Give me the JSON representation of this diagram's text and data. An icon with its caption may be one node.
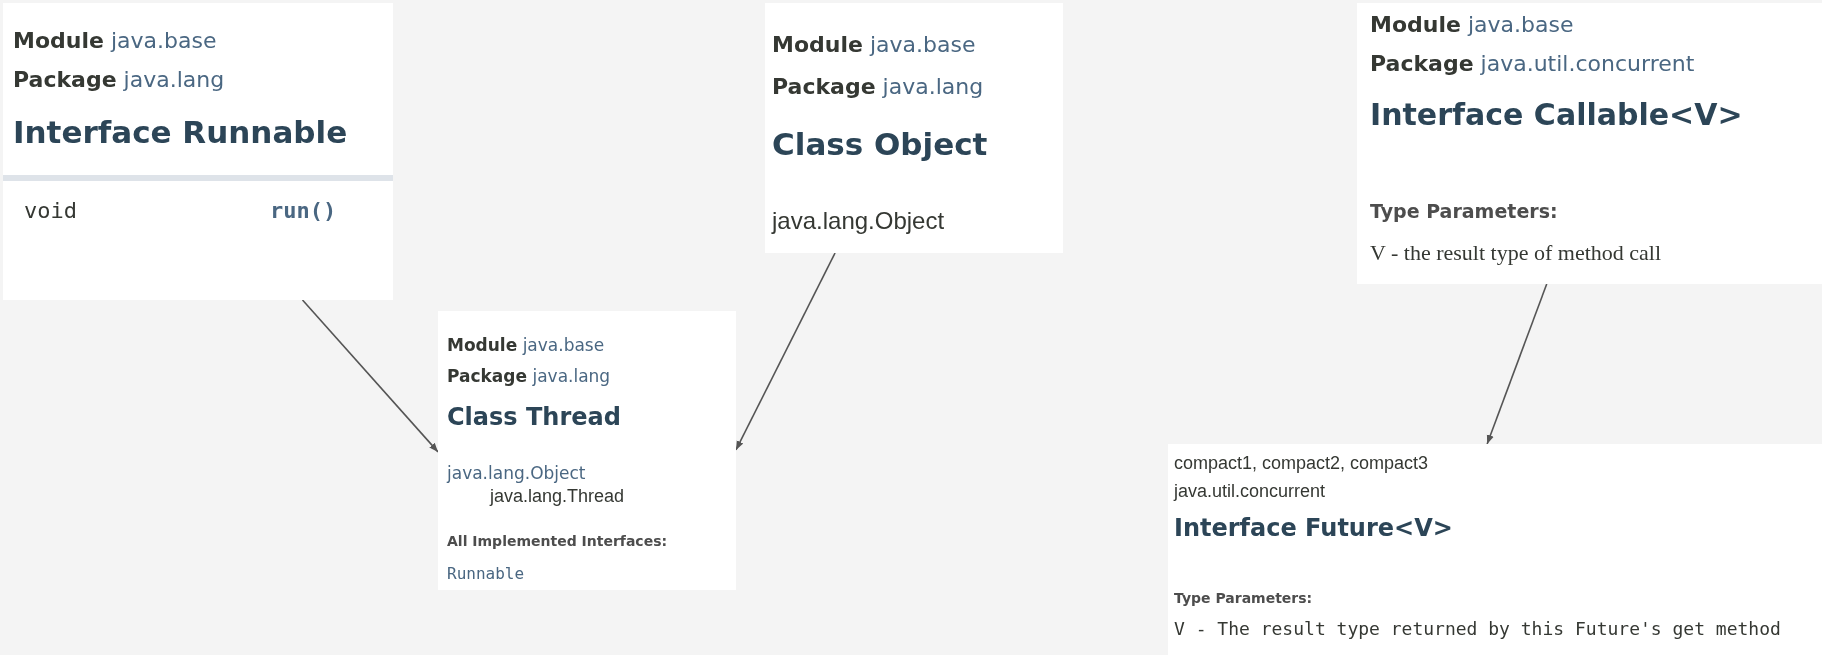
{
  "diagram": {
    "nodes": [
      {
        "text": [
          "**Module** java.base",
          "**Package** java.lang",
          "Interface Runnable",
          "void",
          "run()"
        ]
      },
      {
        "text": [
          "**Module** java.base",
          "**Package** java.lang",
          "Class Object",
          "java.lang.Object"
        ]
      },
      {
        "text": [
          "**Module** java.base",
          "**Package** java.lang",
          "Class Thread",
          "java.lang.Object",
          "java.lang.Thread",
          "All Implemented Interfaces:",
          "Runnable"
        ]
      },
      {
        "text": [
          "**Module** java.base",
          "**Package** java.util.concurrent",
          "Interface Callable<V>",
          "Type Parameters:",
          "V - the result type of method call"
        ]
      },
      {
        "text": [
          "compact1, compact2, compact3",
          "java.util.concurrent",
          "Interface Future<V>",
          "Type Parameters:",
          "V - The result type returned by this Future's get method"
        ]
      }
    ],
    "edges": [
      {
        "from": 0,
        "to": 2,
        "arrow": "to"
      },
      {
        "from": 1,
        "to": 2,
        "arrow": "to"
      },
      {
        "from": 3,
        "to": 4,
        "arrow": "to"
      }
    ]
  }
}
